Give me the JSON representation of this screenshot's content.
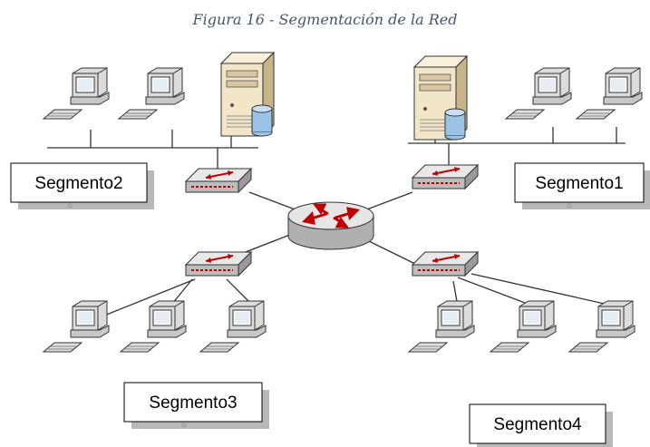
{
  "caption": "Figura 16 - Segmentación de la Red",
  "segments": [
    {
      "label": "Segmento1"
    },
    {
      "label": "Segmento2"
    },
    {
      "label": "Segmento3"
    },
    {
      "label": "Segmento4"
    }
  ],
  "colors": {
    "box_border": "#000000",
    "shadow": "#b8b8b8",
    "router_arrows": "#c00000",
    "switch_top": "#e8e8e8",
    "server_body": "#f3e6c8",
    "database": "#9cc3e6"
  }
}
